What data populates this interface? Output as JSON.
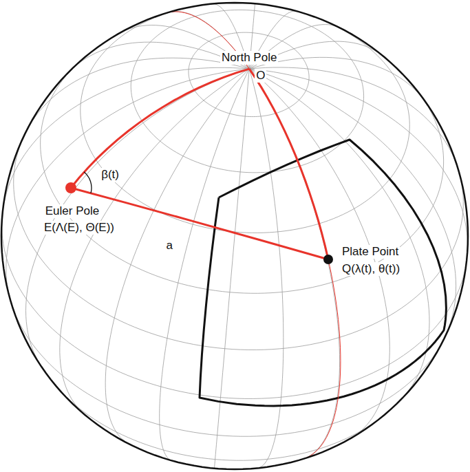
{
  "diagram": {
    "labels": [
      "North Pole",
      "O",
      "β(t)",
      "Euler Pole",
      "E(Λ(E), Θ(E))",
      "a",
      "Plate Point",
      "Q(λ(t), θ(t))"
    ]
  }
}
